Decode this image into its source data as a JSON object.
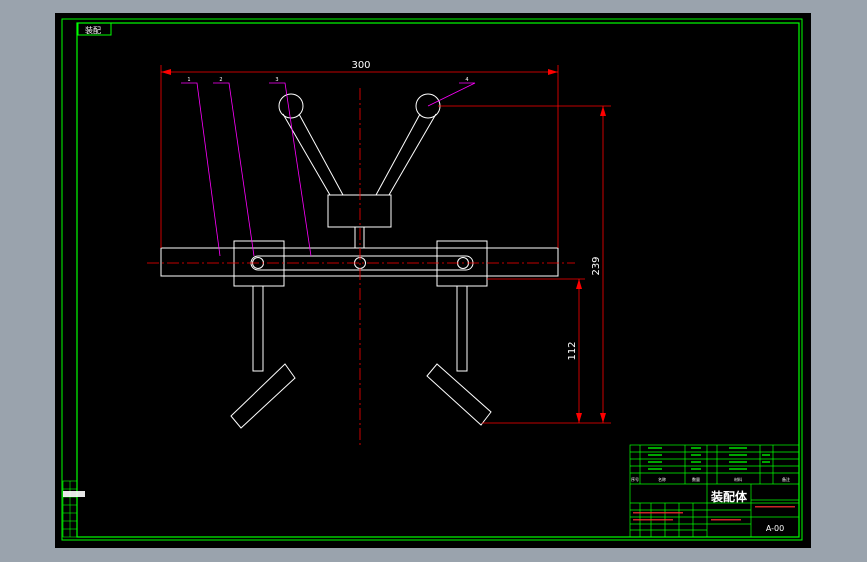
{
  "drawing": {
    "corner_tag": "装配",
    "drawing_title": "装配体",
    "drawing_number": "A-00",
    "part_refs": [
      "1",
      "2",
      "3",
      "4"
    ],
    "dimensions": {
      "overall_width": "300",
      "overall_height": "239",
      "leg_height": "112"
    },
    "bom_headers": {
      "seq": "序号",
      "name": "名称",
      "qty": "数量",
      "material": "材料",
      "remark": "备注"
    }
  },
  "colors": {
    "background": "#000000",
    "frame_green": "#00ff00",
    "geometry_white": "#ffffff",
    "dimension_red": "#ff0000",
    "leader_magenta": "#ff00ff",
    "centerline_red": "#ff0000",
    "title_red": "#ff3030"
  }
}
